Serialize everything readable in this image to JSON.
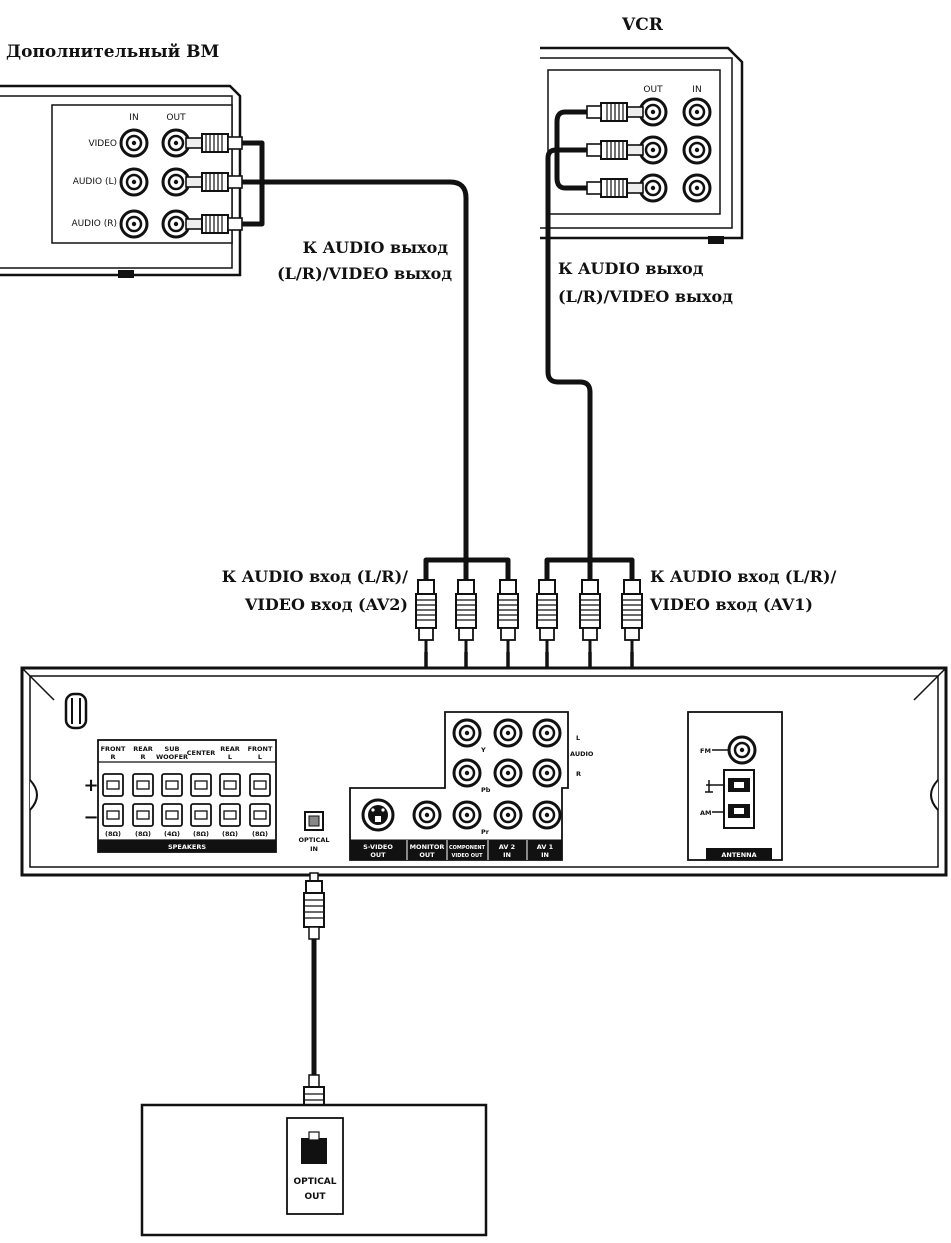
{
  "devices": {
    "extra_vcr": {
      "title": "Дополнительный ВМ",
      "col_in": "IN",
      "col_out": "OUT",
      "rows": [
        "VIDEO",
        "AUDIO (L)",
        "AUDIO (R)"
      ]
    },
    "vcr": {
      "title": "VCR",
      "col_out": "OUT",
      "col_in": "IN"
    },
    "optical_source": {
      "label_line1": "OPTICAL",
      "label_line2": "OUT"
    }
  },
  "callouts": {
    "extra_out_line1": "К AUDIO выход",
    "extra_out_line2": "(L/R)/VIDEO выход",
    "vcr_out_line1": "К AUDIO выход",
    "vcr_out_line2": "(L/R)/VIDEO выход",
    "av2_in_line1": "К AUDIO вход (L/R)/",
    "av2_in_line2": "VIDEO вход (AV2)",
    "av1_in_line1": "К AUDIO вход (L/R)/",
    "av1_in_line2": "VIDEO вход (AV1)"
  },
  "receiver": {
    "speakers": {
      "headers": [
        {
          "l1": "FRONT",
          "l2": "R"
        },
        {
          "l1": "REAR",
          "l2": "R"
        },
        {
          "l1": "SUB",
          "l2": "WOOFER"
        },
        {
          "l1": "CENTER",
          "l2": ""
        },
        {
          "l1": "REAR",
          "l2": "L"
        },
        {
          "l1": "FRONT",
          "l2": "L"
        }
      ],
      "ohms": [
        "(8Ω)",
        "(8Ω)",
        "(4Ω)",
        "(8Ω)",
        "(8Ω)",
        "(8Ω)"
      ],
      "plus": "+",
      "minus": "−",
      "footer": "SPEAKERS"
    },
    "optical_in_l1": "OPTICAL",
    "optical_in_l2": "IN",
    "jack_panel": {
      "labels": [
        {
          "l1": "S-VIDEO",
          "l2": "OUT"
        },
        {
          "l1": "MONITOR",
          "l2": "OUT"
        },
        {
          "l1": "COMPONENT",
          "l2": "VIDEO OUT"
        },
        {
          "l1": "AV 2",
          "l2": "IN"
        },
        {
          "l1": "AV 1",
          "l2": "IN"
        }
      ],
      "y_mark": "Y",
      "pb_mark": "Pb",
      "pr_mark": "Pr",
      "l_mark": "L",
      "audio_mark": "AUDIO",
      "r_mark": "R"
    },
    "antenna": {
      "fm": "FM",
      "am": "AM",
      "footer": "ANTENNA"
    }
  }
}
